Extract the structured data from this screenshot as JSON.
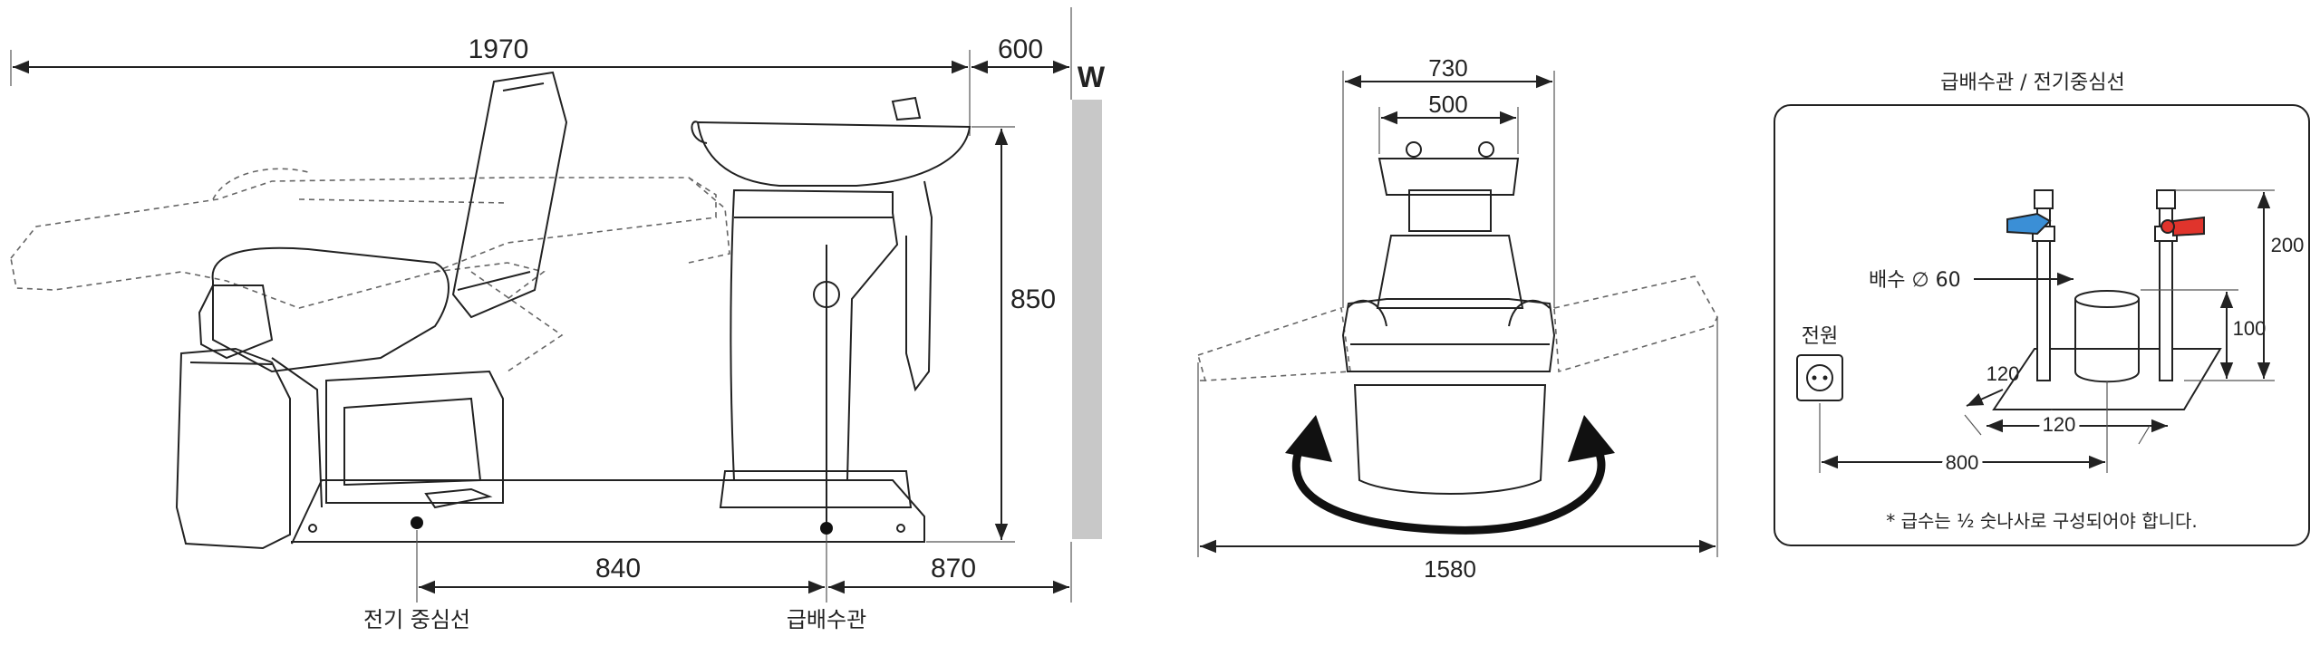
{
  "side_view": {
    "dim_total_length": "1970",
    "dim_wall_gap": "600",
    "wall_marker": "W",
    "dim_height": "850",
    "dim_center_to_drain": "840",
    "dim_drain_to_wall": "870",
    "label_power_center": "전기 중심선",
    "label_water_supply": "급배수관"
  },
  "front_view": {
    "dim_outer_width": "730",
    "dim_inner_width": "500",
    "dim_rotation_span": "1580"
  },
  "plumbing_detail": {
    "title": "급배수관 / 전기중심선",
    "drain_label": "배수 ∅ 60",
    "power_label": "전원",
    "dim_pipe_height": "200",
    "dim_drain_height": "100",
    "dim_depth": "120",
    "dim_width": "120",
    "dim_distance": "800",
    "note": "* 급수는 ½ 숫나사로 구성되어야 합니다.",
    "hot_color": "#e0342c",
    "cold_color": "#3b8fd6"
  }
}
